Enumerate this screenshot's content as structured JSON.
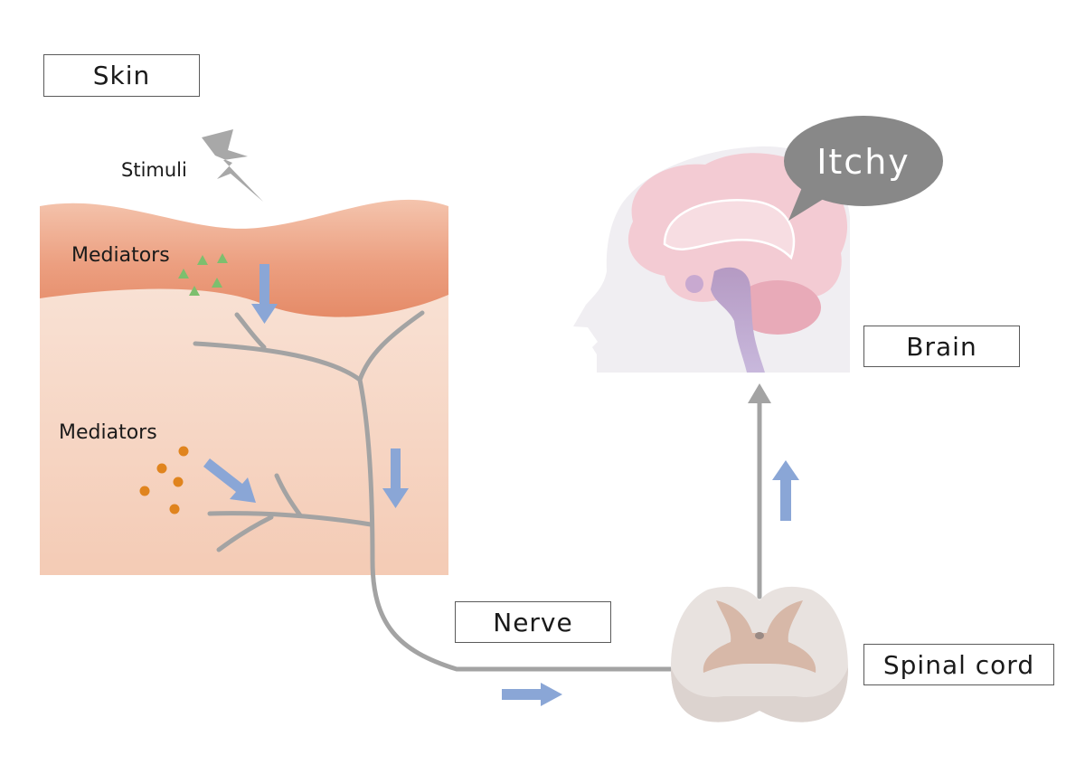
{
  "labels": {
    "skin": "Skin",
    "stimuli": "Stimuli",
    "mediators_top": "Mediators",
    "mediators_bottom": "Mediators",
    "nerve": "Nerve",
    "spinal_cord": "Spinal cord",
    "brain": "Brain",
    "speech": "Itchy"
  },
  "colors": {
    "nerve": "#a3a3a3",
    "signal_arrow": "#8aa6d6",
    "epidermis": "#e89a78",
    "dermis": "#f6d8c8",
    "mediator_triangle": "#7dbf6e",
    "mediator_dot": "#e0841e",
    "speech_bubble": "#888888"
  }
}
